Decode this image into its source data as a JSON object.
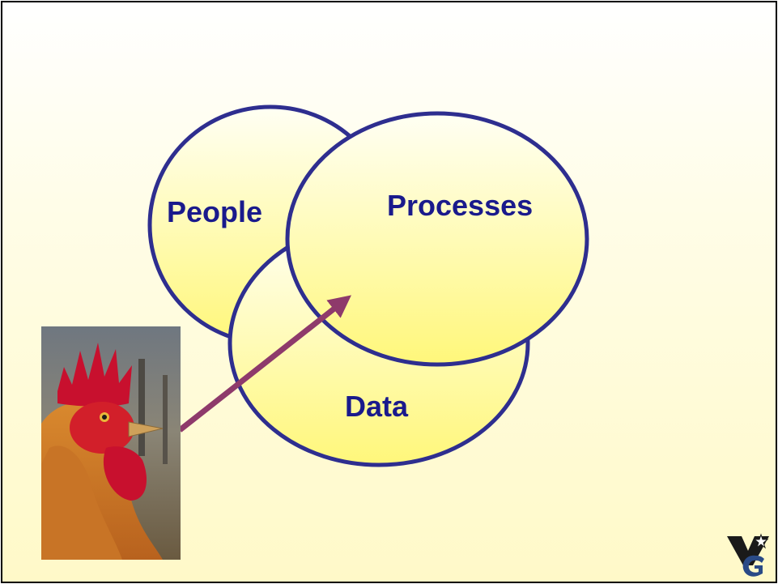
{
  "diagram": {
    "labels": {
      "people": "People",
      "processes": "Processes",
      "data": "Data"
    },
    "colors": {
      "outline": "#2e2e8f",
      "fill_top": "#fffff2",
      "fill_bottom": "#fff77a",
      "text": "#1a1a8c",
      "arrow": "#8e3a6b"
    }
  },
  "images": {
    "rooster_photo": "rooster-photo",
    "logo": "vg-logo-icon"
  }
}
